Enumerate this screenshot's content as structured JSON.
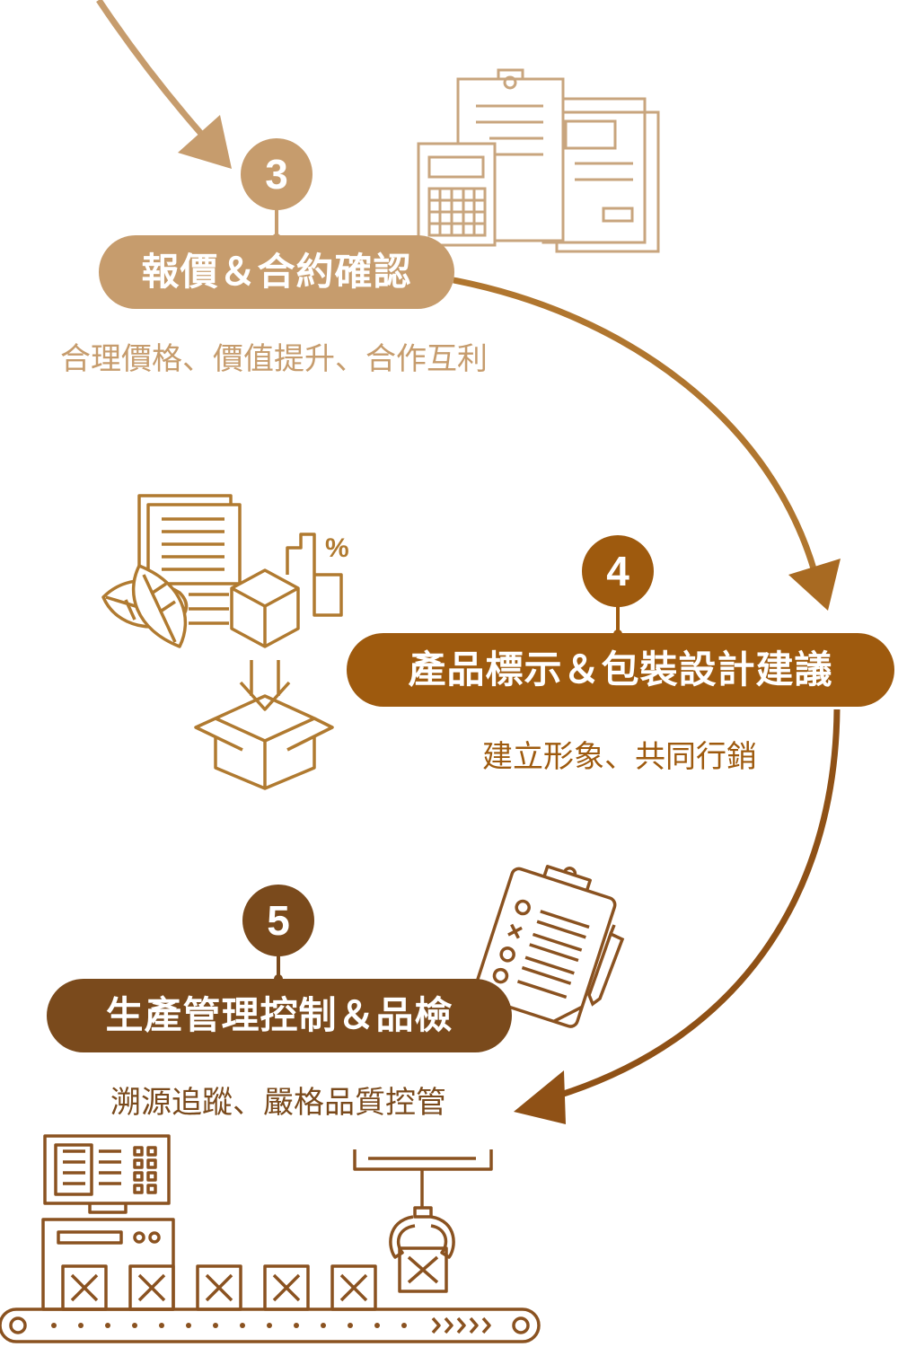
{
  "colors": {
    "step3": "#c69c6d",
    "step4": "#9e5a0e",
    "step5": "#7a4a1c",
    "arrow_light": "#c69c6d",
    "arrow_mid": "#b0762f",
    "arrow_dark": "#8f5116",
    "icon_light": "#c8a57e",
    "icon_mid": "#b07a30",
    "icon_dark": "#8a5220"
  },
  "steps": [
    {
      "number": "3",
      "title": "報價＆合約確認",
      "subtitle": "合理價格、價值提升、合作互利",
      "icon": "clipboard-calculator-icon"
    },
    {
      "number": "4",
      "title": "產品標示＆包裝設計建議",
      "subtitle": "建立形象、共同行銷",
      "icon": "packaging-design-icon"
    },
    {
      "number": "5",
      "title": "生產管理控制＆品檢",
      "subtitle": "溯源追蹤、嚴格品質控管",
      "icon": "checklist-clipboard-icon"
    }
  ],
  "footer_icon": "production-line-icon"
}
